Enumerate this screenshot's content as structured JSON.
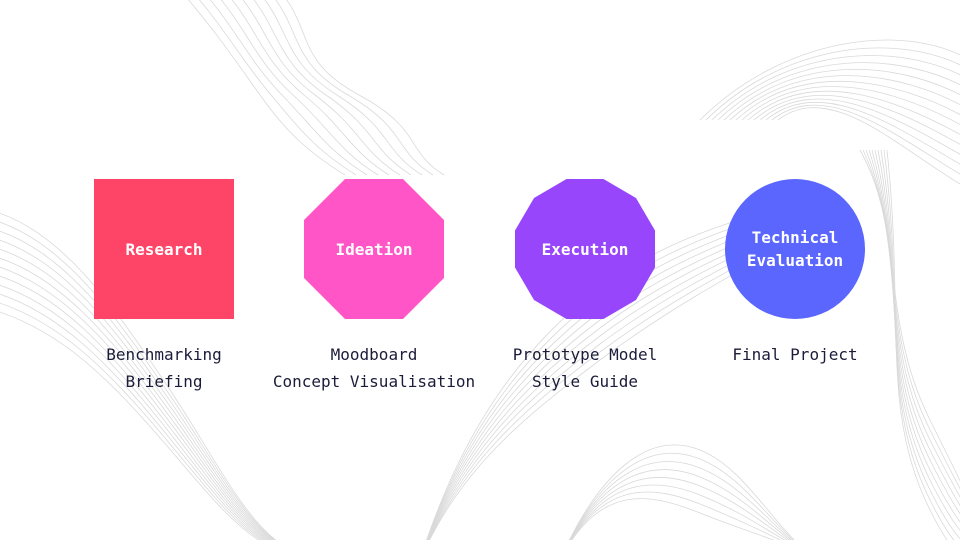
{
  "stages": [
    {
      "label": "Research",
      "shape": "square",
      "color": "#ff4567",
      "deliverables": [
        "Benchmarking",
        "Briefing"
      ]
    },
    {
      "label": "Ideation",
      "shape": "octagon",
      "color": "#ff55c6",
      "deliverables": [
        "Moodboard",
        "Concept Visualisation"
      ]
    },
    {
      "label": "Execution",
      "shape": "dodecagon",
      "color": "#9846fb",
      "deliverables": [
        "Prototype Model",
        "Style Guide"
      ]
    },
    {
      "label": "Technical\nEvaluation",
      "shape": "circle",
      "color": "#5a66fe",
      "deliverables": [
        "Final Project"
      ]
    }
  ],
  "colors": {
    "text": "#1b1b3a",
    "background_lines": "#d9d9d9"
  }
}
